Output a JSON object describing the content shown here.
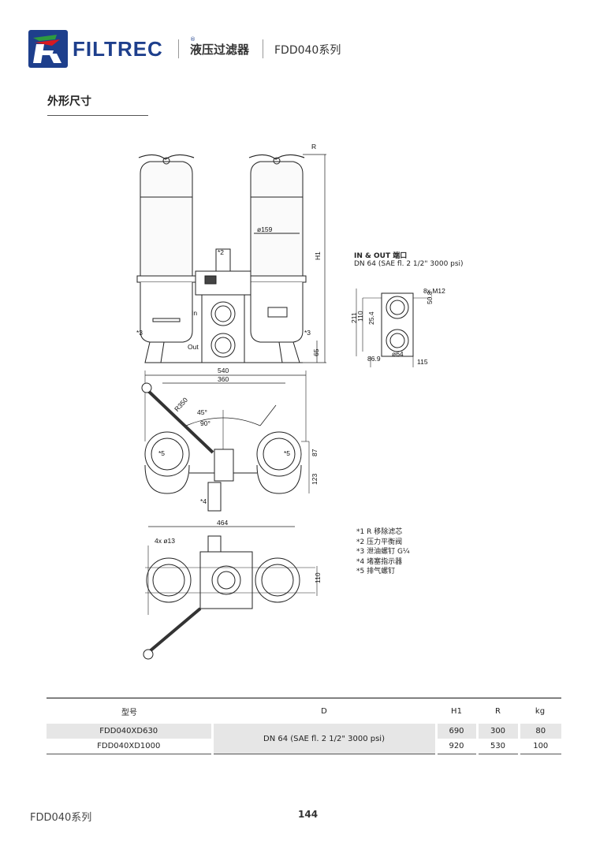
{
  "header": {
    "brand": "FILTREC",
    "registered": "®",
    "title": "液压过滤器",
    "series": "FDD040系列"
  },
  "section": {
    "title": "外形尺寸"
  },
  "drawing": {
    "port_title": "IN & OUT 端口",
    "port_spec": "DN 64 (SAE fl. 2 1/2\" 3000 psi)",
    "labels": {
      "R": "R",
      "H1": "H1",
      "dia159": "ø159",
      "star2": "*2",
      "star3_left": "*3",
      "star3_right": "*3",
      "in": "In",
      "out": "Out",
      "d65": "65",
      "m12": "8x M12",
      "d211": "211",
      "d110a": "110",
      "d254": "25.4",
      "d508": "50.8",
      "d869": "86.9",
      "d64": "ø64",
      "d115": "115",
      "d540": "540",
      "d360": "360",
      "r350": "R350",
      "a45": "45°",
      "a90": "90°",
      "star5_left": "*5",
      "star5_right": "*5",
      "d87": "87",
      "d123": "123",
      "star4": "*4",
      "d464": "464",
      "holes": "4x ø13",
      "d110b": "110"
    },
    "legend": [
      "*1 R  移除滤芯",
      "*2 压力平衡阀",
      "*3 泄油螺钉  G¼",
      "*4 堵塞指示器",
      "*5 排气螺钉"
    ]
  },
  "table": {
    "headers": [
      "型号",
      "D",
      "H1",
      "R",
      "kg"
    ],
    "shared_d": "DN 64 (SAE fl. 2 1/2\" 3000 psi)",
    "rows": [
      {
        "model": "FDD040XD630",
        "h1": "690",
        "r": "300",
        "kg": "80"
      },
      {
        "model": "FDD040XD1000",
        "h1": "920",
        "r": "530",
        "kg": "100"
      }
    ]
  },
  "footer": {
    "series": "FDD040系列",
    "page": "144"
  },
  "colors": {
    "brand_blue": "#1e3f8c",
    "brand_red": "#d71920",
    "brand_green": "#2e9a3f"
  }
}
